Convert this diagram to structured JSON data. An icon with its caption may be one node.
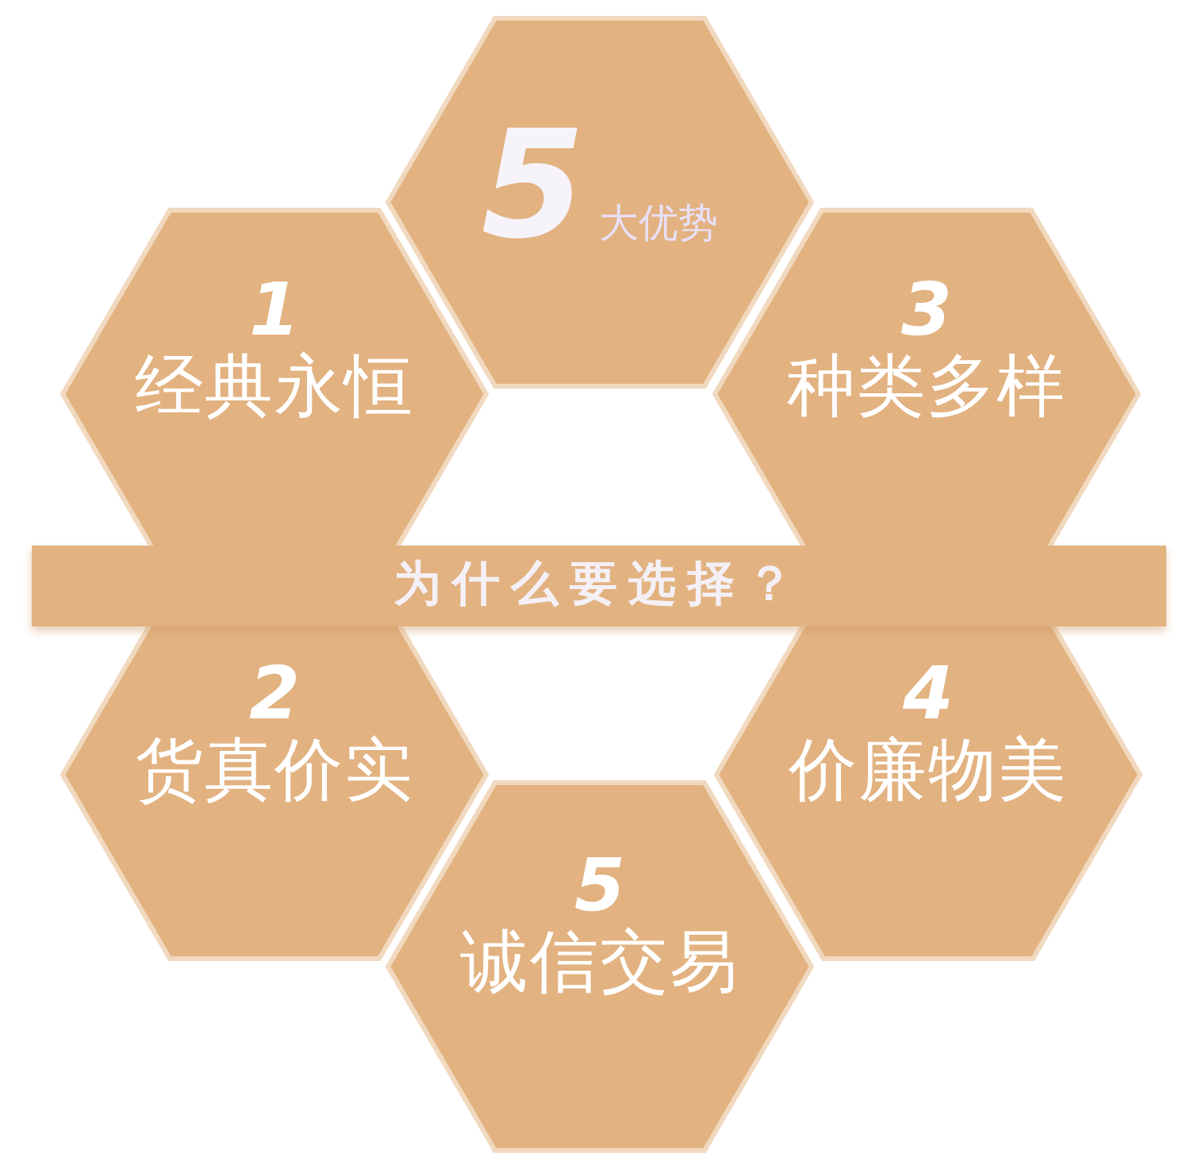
{
  "diagram": {
    "nodes": [
      {
        "text": [
          "5",
          "大优势"
        ]
      },
      {
        "text": [
          "1",
          "经典永恒"
        ]
      },
      {
        "text": [
          "3",
          "种类多样"
        ]
      },
      {
        "text": [
          "为什么要选择？"
        ]
      },
      {
        "text": [
          "2",
          "货真价实"
        ]
      },
      {
        "text": [
          "4",
          "价廉物美"
        ]
      },
      {
        "text": [
          "5",
          "诚信交易"
        ]
      }
    ]
  }
}
